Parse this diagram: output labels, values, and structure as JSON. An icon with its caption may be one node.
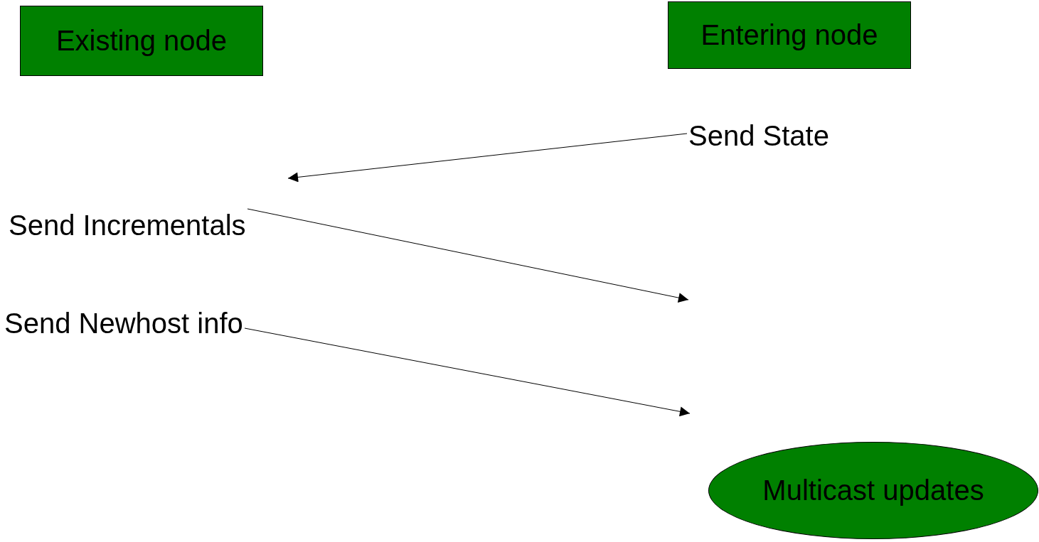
{
  "diagram": {
    "nodes": [
      {
        "text": [
          "Existing node"
        ]
      },
      {
        "text": [
          "Entering node"
        ]
      },
      {
        "text": [
          "Send State"
        ]
      },
      {
        "text": [
          "Send Incrementals"
        ]
      },
      {
        "text": [
          "Send Newhost info"
        ]
      },
      {
        "text": [
          "Multicast updates"
        ]
      }
    ],
    "edges": [
      {
        "from": 2,
        "to": null,
        "arrow": "to"
      },
      {
        "from": 3,
        "to": null,
        "arrow": "to"
      },
      {
        "from": 4,
        "to": null,
        "arrow": "to"
      }
    ]
  }
}
